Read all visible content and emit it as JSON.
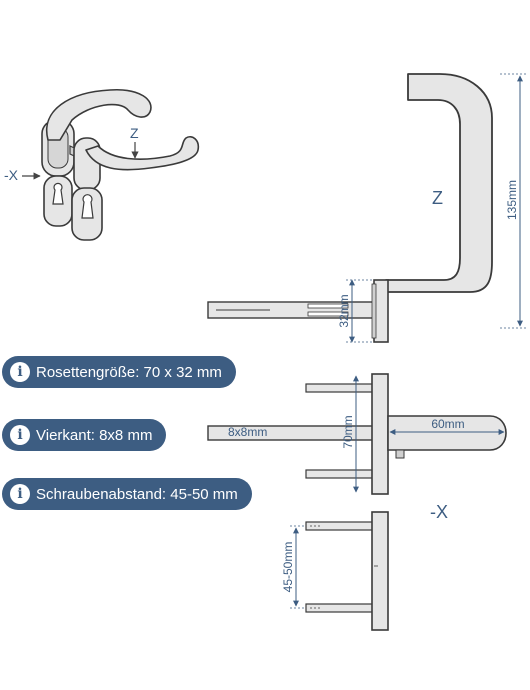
{
  "labels": {
    "overview_z": "Z",
    "overview_x": "-X",
    "side_z": "Z",
    "side_x": "-X"
  },
  "dimensions": {
    "height": "135mm",
    "rosette_side": "32mm",
    "rosette_height": "70mm",
    "spindle": "8x8mm",
    "handle_end": "60mm",
    "screw_spacing": "45-50mm"
  },
  "specs": [
    {
      "icon": "info-icon",
      "label": "Rosettengröße: 70 x 32 mm"
    },
    {
      "icon": "info-icon",
      "label": "Vierkant: 8x8 mm"
    },
    {
      "icon": "info-icon",
      "label": "Schraubenabstand: 45-50 mm"
    }
  ],
  "colors": {
    "fill": "#e6e6e6",
    "outline": "#3a3a3a",
    "dimension": "#3d5d82",
    "pill": "#3d5d82"
  }
}
